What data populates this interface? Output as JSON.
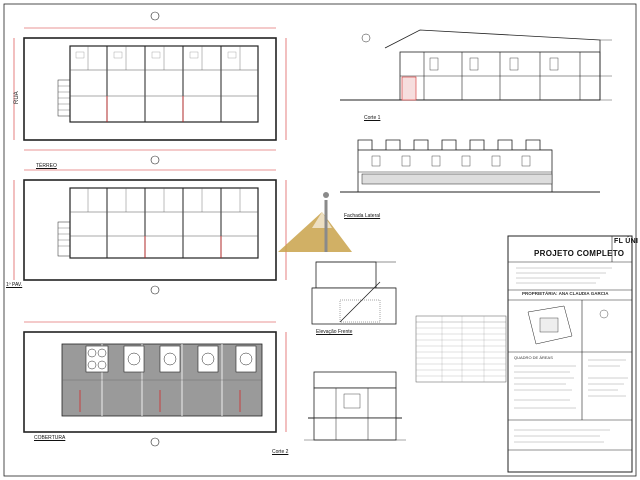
{
  "plans": {
    "top_label": "RUA",
    "terreo_label": "TÉRREO",
    "upper_label": "1º PAV.",
    "roof_label": "COBERTURA"
  },
  "sections": {
    "corte1": "Corte 1",
    "fachada_lateral": "Fachada Lateral",
    "elevacao_frente": "Elevação Frente",
    "corte2": "Corte 2"
  },
  "title_block": {
    "project_title": "PROJETO COMPLETO",
    "sheet_code": "FL ÚNI",
    "proprietaria": "PROPRIETÁRIA: ANA CLAUDIA GARCIA",
    "quadro_areas": "QUADRO DE ÁREAS"
  },
  "colors": {
    "line": "#222222",
    "wall": "#333333",
    "accent_red": "#d42a2a",
    "roof_gray": "#9a9a9a",
    "logo_gold": "#c9a24a",
    "logo_gray": "#8a8a8a"
  }
}
